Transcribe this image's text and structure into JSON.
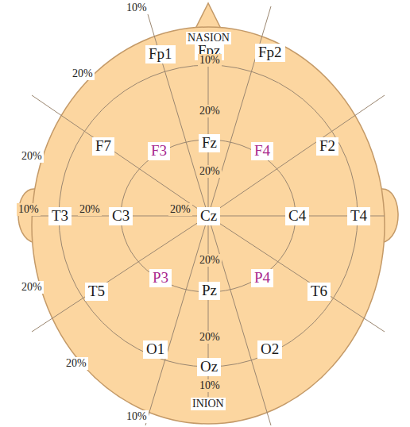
{
  "diagram": {
    "nodes": [
      {
        "text": [
          "Fp1"
        ]
      },
      {
        "text": [
          "Fpz"
        ]
      },
      {
        "text": [
          "Fp2"
        ]
      },
      {
        "text": [
          "F7"
        ]
      },
      {
        "text": [
          "F3"
        ]
      },
      {
        "text": [
          "Fz"
        ]
      },
      {
        "text": [
          "F4"
        ]
      },
      {
        "text": [
          "F2"
        ]
      },
      {
        "text": [
          "T3"
        ]
      },
      {
        "text": [
          "C3"
        ]
      },
      {
        "text": [
          "Cz"
        ]
      },
      {
        "text": [
          "C4"
        ]
      },
      {
        "text": [
          "T4"
        ]
      },
      {
        "text": [
          "T5"
        ]
      },
      {
        "text": [
          "P3"
        ]
      },
      {
        "text": [
          "Pz"
        ]
      },
      {
        "text": [
          "P4"
        ]
      },
      {
        "text": [
          "T6"
        ]
      },
      {
        "text": [
          "O1"
        ]
      },
      {
        "text": [
          "Oz"
        ]
      },
      {
        "text": [
          "O2"
        ]
      }
    ],
    "labels": [
      "10%",
      "NASION",
      "10%",
      "20%",
      "20%",
      "20%",
      "20%",
      "10%",
      "20%",
      "20%",
      "20%",
      "20%",
      "20%",
      "20%",
      "10%",
      "INION",
      "10%"
    ]
  }
}
